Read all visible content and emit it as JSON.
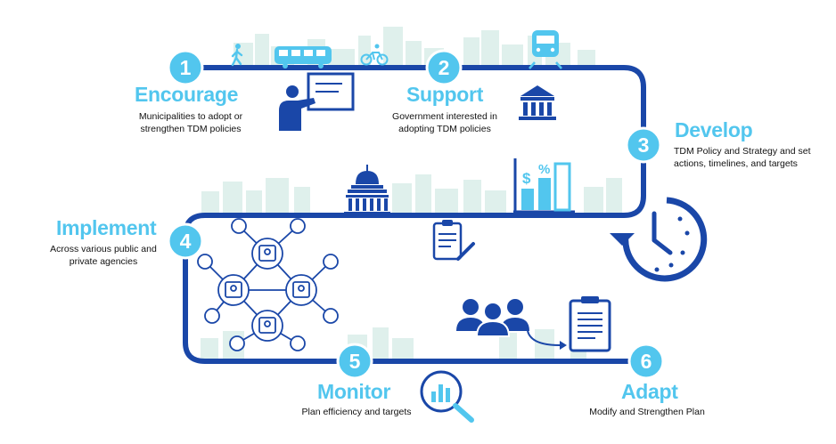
{
  "colors": {
    "path": "#1a47a8",
    "accent": "#52c6ee",
    "skyline": "#dff0ec",
    "text": "#111111"
  },
  "steps": [
    {
      "number": "1",
      "title": "Encourage",
      "desc_line1": "Municipalities to adopt or",
      "desc_line2": "strengthen TDM policies"
    },
    {
      "number": "2",
      "title": "Support",
      "desc_line1": "Government interested in",
      "desc_line2": "adopting TDM policies"
    },
    {
      "number": "3",
      "title": "Develop",
      "desc_line1": "TDM Policy and Strategy and set",
      "desc_line2": "actions, timelines, and targets"
    },
    {
      "number": "4",
      "title": "Implement",
      "desc_line1": "Across various public and",
      "desc_line2": "private agencies"
    },
    {
      "number": "5",
      "title": "Monitor",
      "desc_line1": "Plan efficiency and targets",
      "desc_line2": ""
    },
    {
      "number": "6",
      "title": "Adapt",
      "desc_line1": "Modify and Strengthen Plan",
      "desc_line2": ""
    }
  ],
  "chart_symbols": {
    "dollar": "$",
    "percent": "%"
  },
  "icons": [
    "walking-person-icon",
    "bus-icon",
    "bicycle-icon",
    "train-icon",
    "presenter-icon",
    "government-building-icon",
    "capitol-building-icon",
    "bar-chart-icon",
    "clipboard-pencil-icon",
    "clock-icon",
    "people-network-icon",
    "group-people-icon",
    "document-icon",
    "magnifying-chart-icon"
  ]
}
